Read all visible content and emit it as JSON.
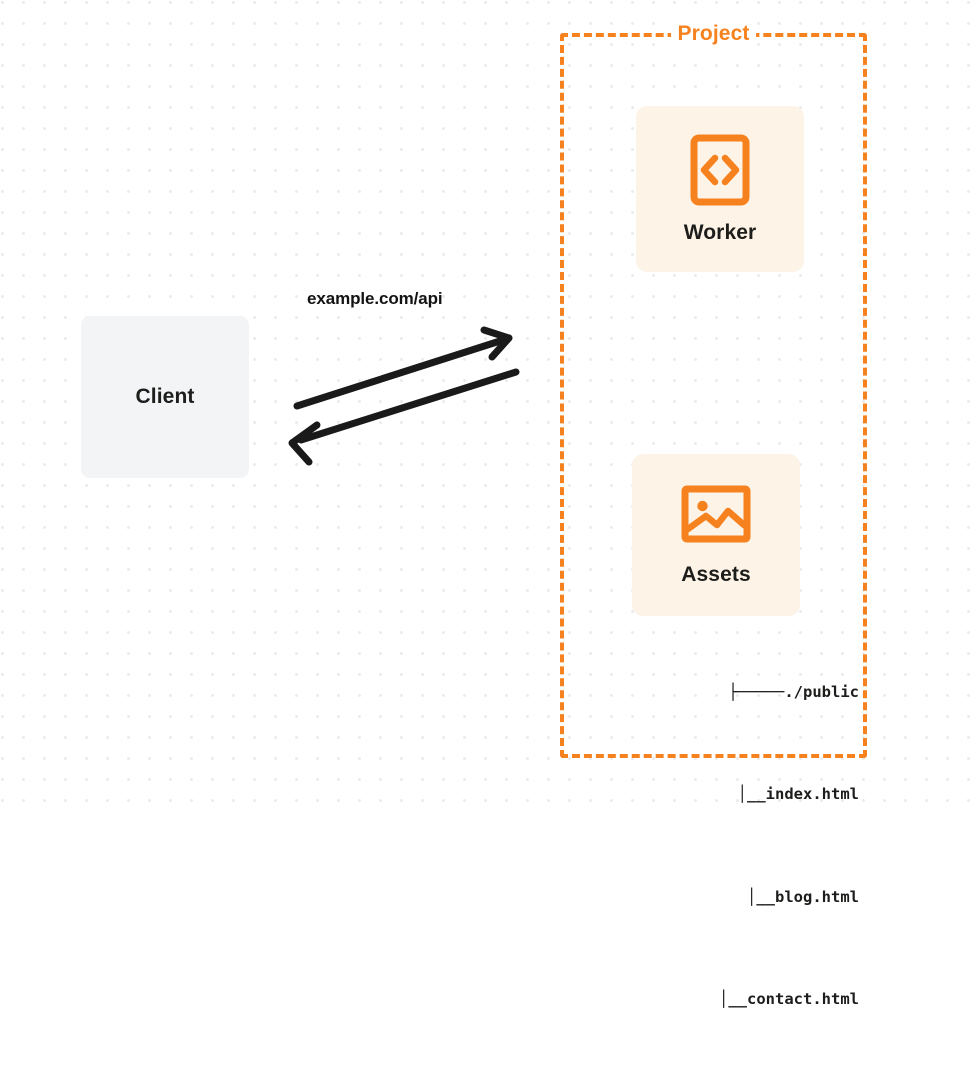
{
  "diagram": {
    "title": "Project architecture diagram",
    "background": {
      "style": "dot-grid",
      "dot_color": "#ebebeb",
      "page_color": "#ffffff"
    },
    "colors": {
      "accent_orange": "#f6821f",
      "card_background": "#fdf3e7",
      "client_background": "#f3f4f6",
      "text_dark": "#1d1d1b",
      "arrow": "#1a1a1a"
    }
  },
  "client": {
    "label": "Client"
  },
  "connection": {
    "label": "example.com/api",
    "request_direction": "client-to-project",
    "response_direction": "project-to-client"
  },
  "project": {
    "title": "Project",
    "cards": [
      {
        "label": "Worker",
        "icon": "code-brackets-icon"
      },
      {
        "label": "Assets",
        "icon": "image-icon"
      }
    ],
    "file_tree": [
      {
        "prefix": "├─────",
        "name": "./public"
      },
      {
        "prefix": "│__",
        "name": "index.html"
      },
      {
        "prefix": "│__",
        "name": "blog.html"
      },
      {
        "prefix": "│__",
        "name": "contact.html"
      }
    ]
  }
}
